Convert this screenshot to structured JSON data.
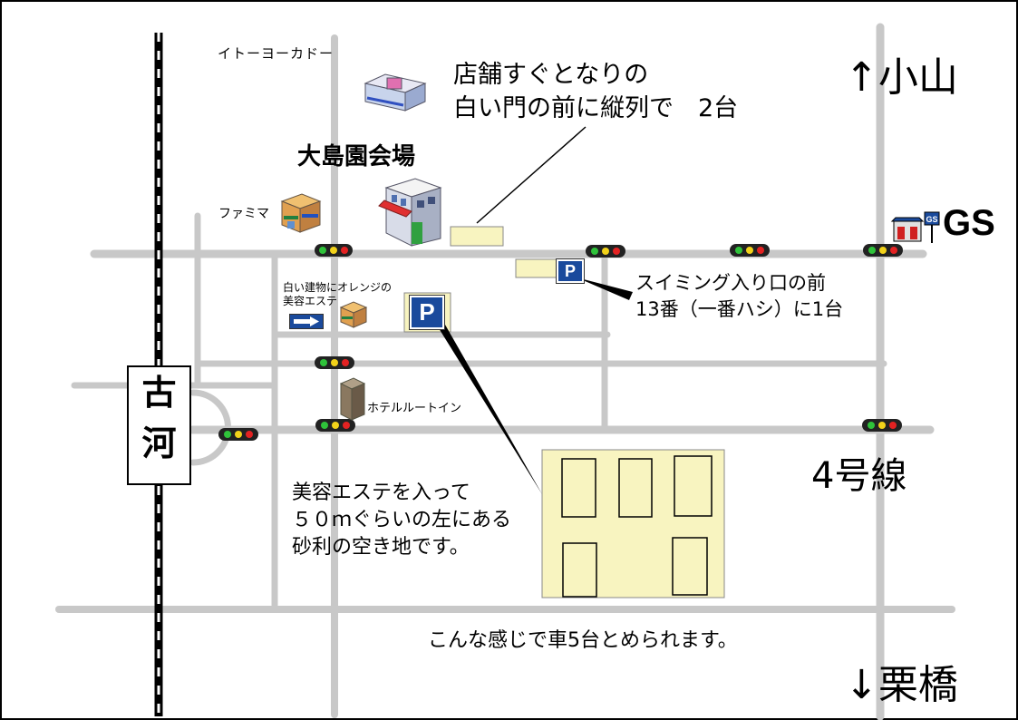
{
  "labels": {
    "ito_yokado": "イトーヨーカドー",
    "venue": "大島園会場",
    "famima": "ファミマ",
    "note_top": "店舗すぐとなりの\n白い門の前に縦列で　2台",
    "direction_north": "↑小山",
    "gs": "GS",
    "note_swimming": "スイミング入り口の前\n13番（一番ハシ）に1台",
    "beauty_salon": "白い建物にオレンジの\n美容エステ",
    "hotel": "ホテルルートイン",
    "station": [
      "古",
      "河"
    ],
    "route4": "4号線",
    "note_gravel": "美容エステを入って\n５０ｍぐらいの左にある\n砂利の空き地です。",
    "note_capacity": "こんな感じで車5台とめられます。",
    "direction_south": "↓栗橋",
    "parking_symbol": "P",
    "gs_sign": "GS"
  },
  "icons": [
    "ito-yokado-building-icon",
    "venue-building-icon",
    "famima-store-icon",
    "beauty-salon-icon",
    "hotel-tower-icon",
    "gas-station-icon",
    "right-arrow-icon",
    "traffic-light-icon",
    "parking-sign-icon"
  ],
  "colors": {
    "road": "#c0c0c0",
    "parking_area": "#f8f4c0",
    "parking_sign": "#1a4a9c",
    "railway": "#000000"
  }
}
